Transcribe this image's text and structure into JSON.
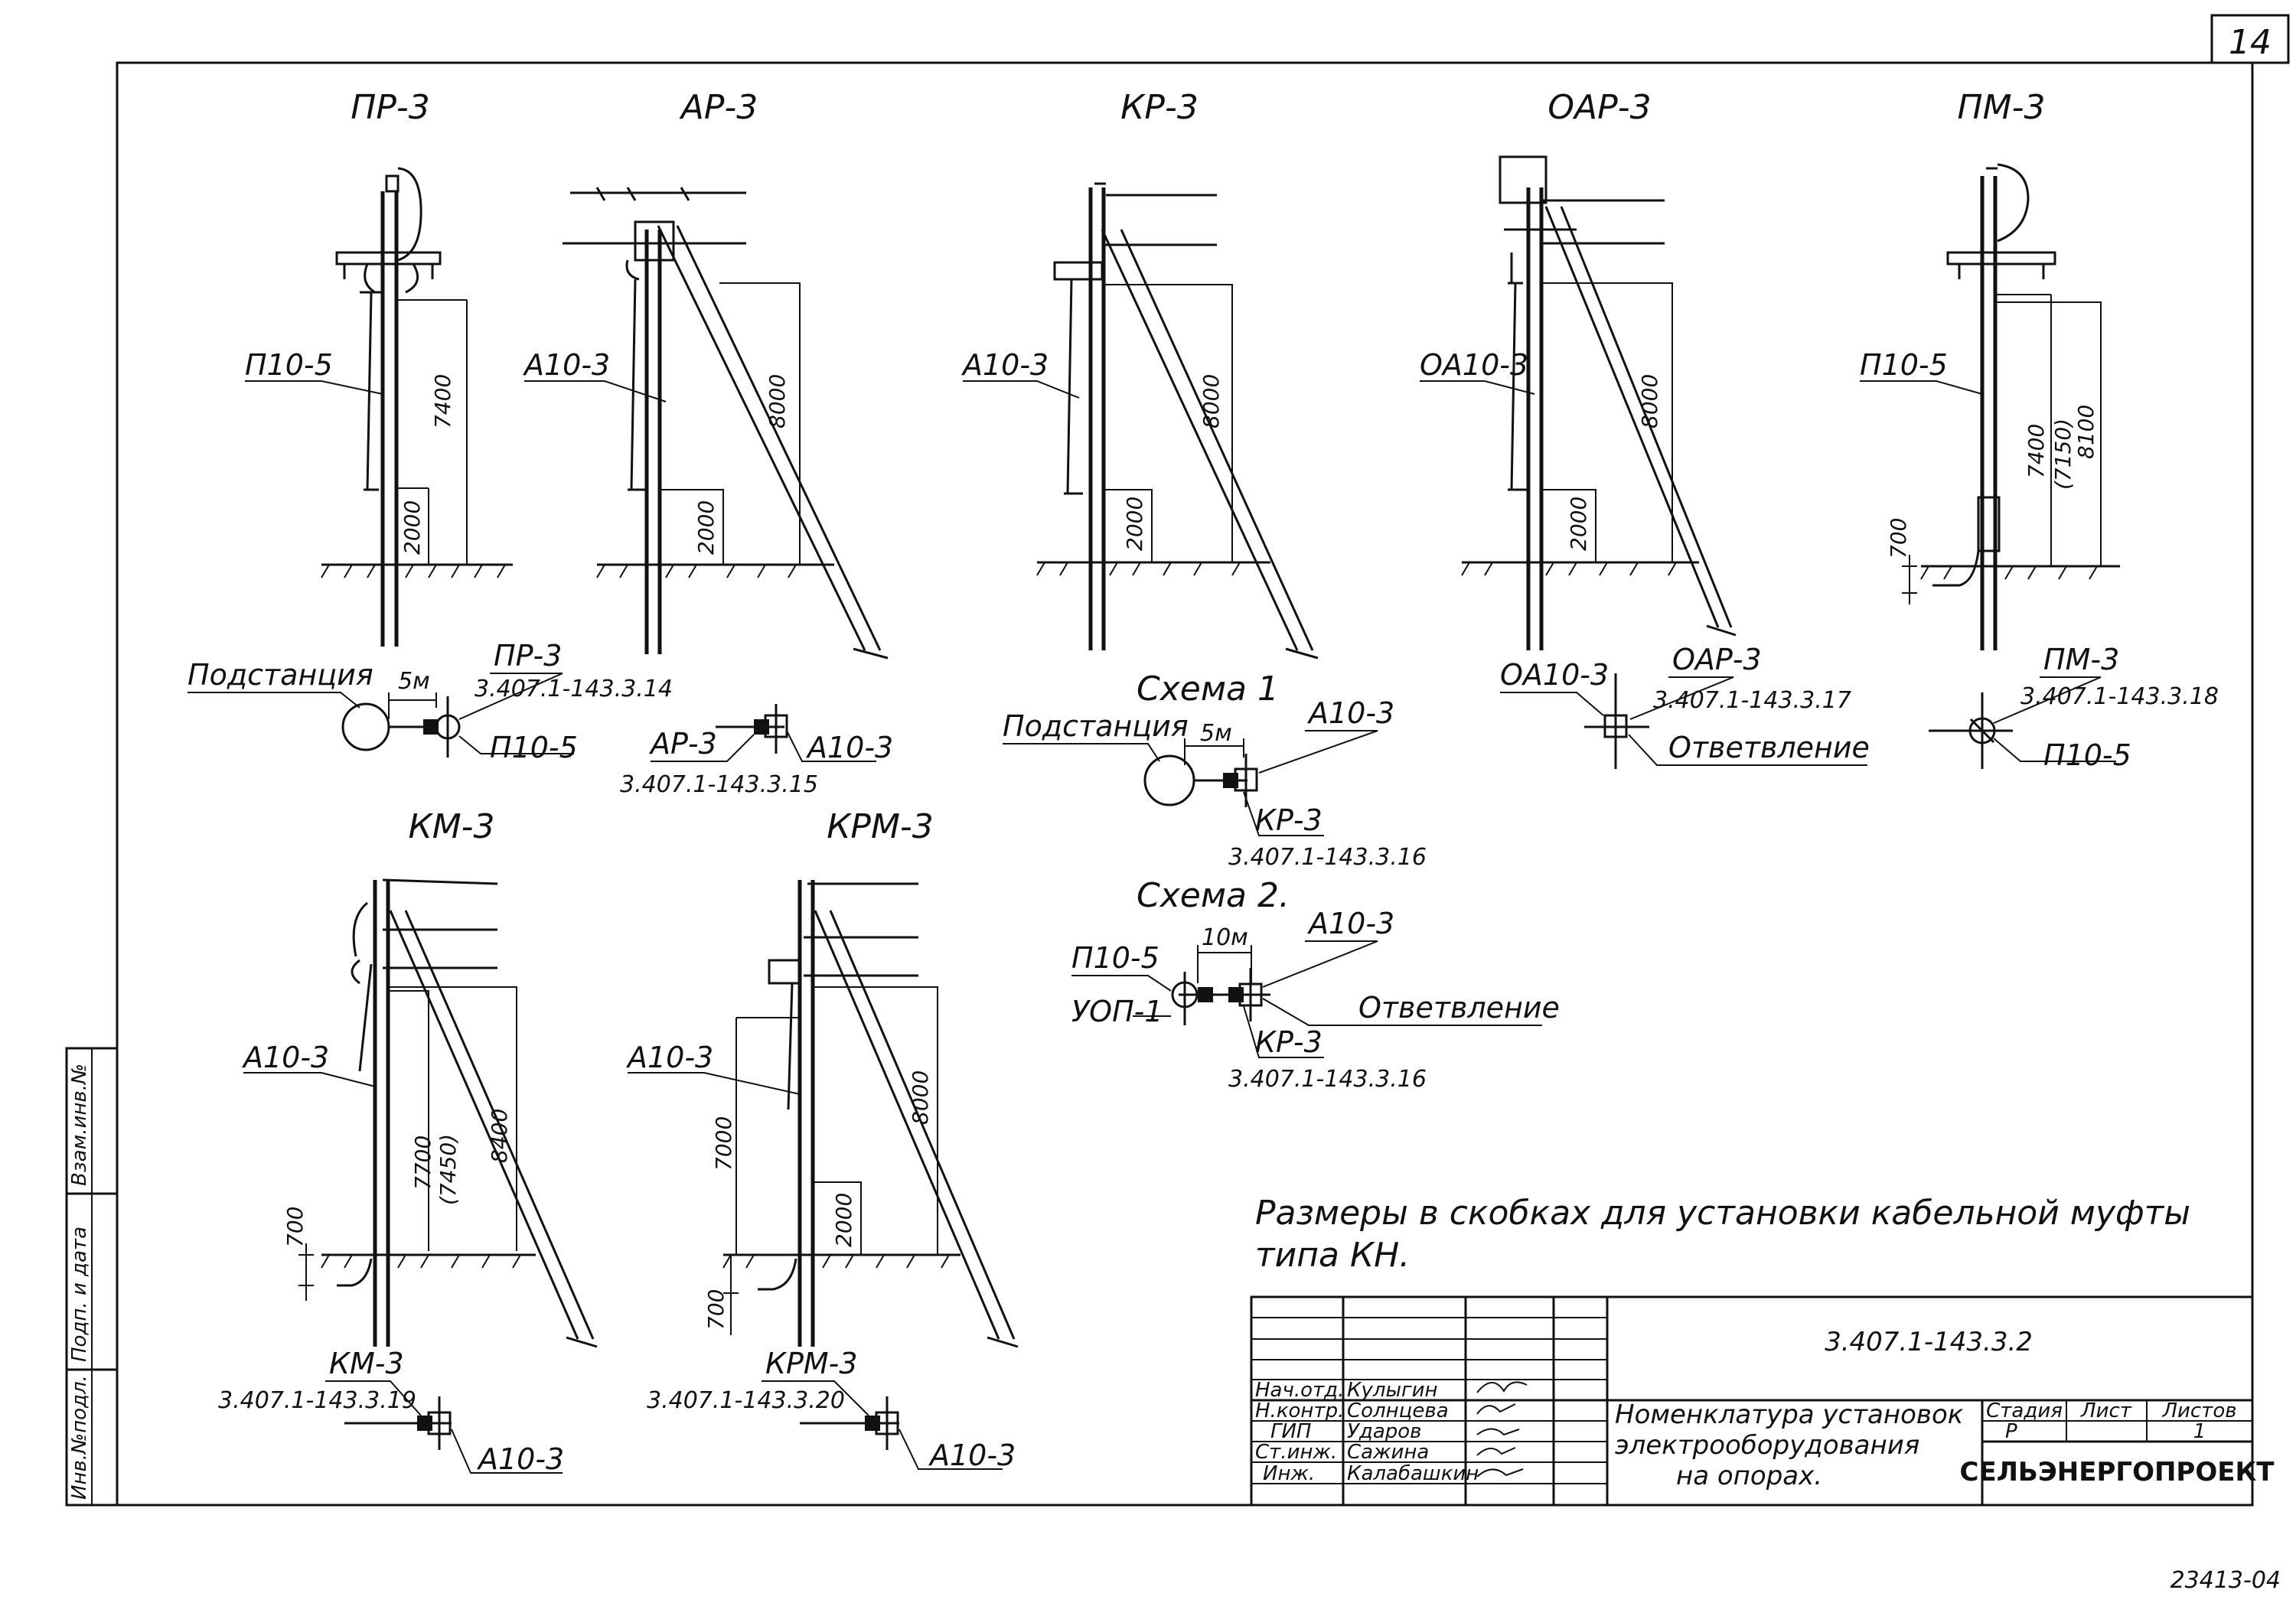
{
  "sheet_number": "14",
  "archive_number": "23413-04",
  "side_labels": [
    "Инв.№подл.",
    "Подп. и дата",
    "Взам.инв.№"
  ],
  "installations": [
    {
      "title": "ПР-3",
      "part": "П10-5",
      "dims": [
        "7400",
        "2000"
      ]
    },
    {
      "title": "АР-3",
      "part": "А10-3",
      "dims": [
        "8000",
        "2000"
      ]
    },
    {
      "title": "КР-3",
      "part": "А10-3",
      "dims": [
        "8000",
        "2000"
      ]
    },
    {
      "title": "ОАР-3",
      "part": "ОА10-3",
      "dims": [
        "8000",
        "2000"
      ]
    },
    {
      "title": "ПМ-3",
      "part": "П10-5",
      "dims": [
        "7400",
        "(7150)",
        "8100",
        "700"
      ]
    },
    {
      "title": "КМ-3",
      "part": "А10-3",
      "dims": [
        "7700",
        "(7450)",
        "8400",
        "700"
      ]
    },
    {
      "title": "КРМ-3",
      "part": "А10-3",
      "dims": [
        "7000",
        "8000",
        "2000",
        "700"
      ]
    }
  ],
  "schemes": {
    "pr3": {
      "substation": "Подстанция",
      "dist": "5м",
      "name": "ПР-3",
      "code": "3.407.1-143.3.14",
      "part": "П10-5"
    },
    "ar3": {
      "name": "АР-3",
      "code": "3.407.1-143.3.15",
      "part": "А10-3"
    },
    "scheme1": {
      "title": "Схема 1",
      "substation": "Подстанция",
      "dist": "5м",
      "part": "А10-3",
      "name": "КР-3",
      "code": "3.407.1-143.3.16"
    },
    "scheme2": {
      "title": "Схема 2.",
      "p1": "П10-5",
      "p2": "УОП-1",
      "dist": "10м",
      "part": "А10-3",
      "branch": "Ответвление",
      "name": "КР-3",
      "code": "3.407.1-143.3.16"
    },
    "oar3": {
      "part": "ОА10-3",
      "name": "ОАР-3",
      "code": "3.407.1-143.3.17",
      "branch": "Ответвление"
    },
    "pm3": {
      "name": "ПМ-3",
      "code": "3.407.1-143.3.18",
      "part": "П10-5"
    },
    "km3": {
      "name": "КМ-3",
      "code": "3.407.1-143.3.19",
      "part": "А10-3"
    },
    "krm3": {
      "name": "КРМ-3",
      "code": "3.407.1-143.3.20",
      "part": "А10-3"
    }
  },
  "note_line1": "Размеры в скобках для установки кабельной муфты",
  "note_line2": "типа КН.",
  "title_block": {
    "doc_code": "3.407.1-143.3.2",
    "doc_title": [
      "Номенклатура установок",
      "электрооборудования",
      "на опорах."
    ],
    "stage_label": "Стадия",
    "sheet_label": "Лист",
    "sheets_label": "Листов",
    "stage": "Р",
    "sheets": "1",
    "organization": "СЕЛЬЭНЕРГОПРОЕКТ",
    "signatures": [
      {
        "role": "Нач.отд.",
        "name": "Кулыгин"
      },
      {
        "role": "Н.контр.",
        "name": "Солнцева"
      },
      {
        "role": "ГИП",
        "name": "Ударов"
      },
      {
        "role": "Ст.инж.",
        "name": "Сажина"
      },
      {
        "role": "Инж.",
        "name": "Калабашкин"
      }
    ]
  }
}
